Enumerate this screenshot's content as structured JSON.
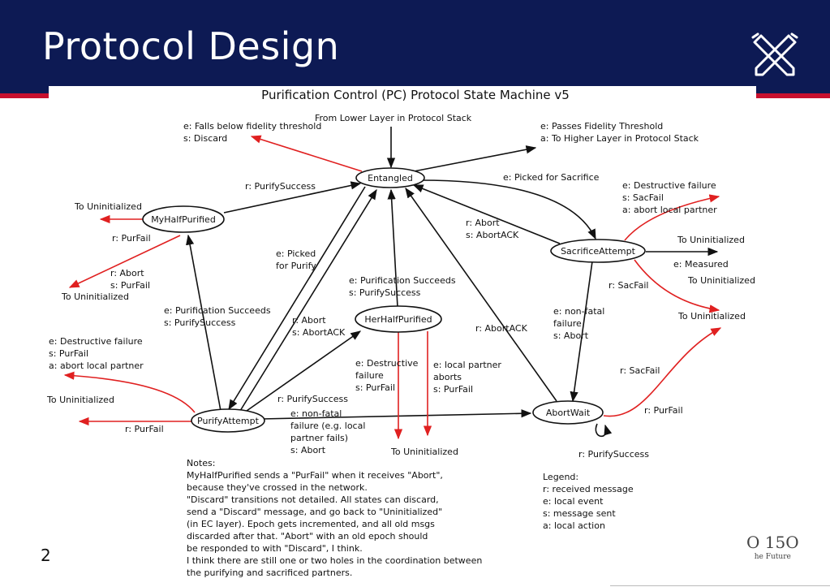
{
  "slide": {
    "title": "Protocol Design",
    "page_number": "2",
    "brand_text": "O 15O",
    "brand_subtext": "he Future"
  },
  "colors": {
    "header": "#0d1a54",
    "accent_red": "#c8102e",
    "arrow_red": "#e02020"
  },
  "icons": {
    "logo": "crossed-tools-icon"
  },
  "diagram": {
    "title": "Purification Control (PC) Protocol State Machine v5",
    "states": {
      "entangled": "Entangled",
      "my_half": "MyHalfPurified",
      "sacrifice": "SacrificeAttempt",
      "her_half": "HerHalfPurified",
      "purify_attempt": "PurifyAttempt",
      "abort_wait": "AbortWait"
    },
    "labels": {
      "from_lower": "From Lower Layer in Protocol Stack",
      "fidelity_below_1": "e: Falls below fidelity threshold",
      "fidelity_below_2": "s: Discard",
      "passes_1": "e: Passes Fidelity Threshold",
      "passes_2": "a: To Higher Layer in Protocol Stack",
      "r_purify_success_top": "r: PurifySuccess",
      "picked_sacrifice": "e: Picked for Sacrifice",
      "dest_fail_right_1": "e: Destructive failure",
      "dest_fail_right_2": "s: SacFail",
      "dest_fail_right_3": "a: abort local partner",
      "to_uninit_myhalf": "To Uninitialized",
      "r_purfail_myhalf": "r: PurFail",
      "r_abort_myhalf_1": "r: Abort",
      "r_abort_myhalf_2": "s: PurFail",
      "to_uninit_myhalf2": "To Uninitialized",
      "r_abort_sac_1": "r: Abort",
      "r_abort_sac_2": "s: AbortACK",
      "to_uninit_sac": "To Uninitialized",
      "e_measured": "e: Measured",
      "picked_purify_1": "e: Picked",
      "picked_purify_2": "for Purify",
      "purif_succ_her_1": "e: Purification Succeeds",
      "purif_succ_her_2": "s: PurifySuccess",
      "r_sacfail_1": "r: SacFail",
      "to_uninit_sacfail": "To Uninitialized",
      "purif_succ_my_1": "e: Purification Succeeds",
      "purif_succ_my_2": "s: PurifySuccess",
      "r_abort_her_1": "r: Abort",
      "r_abort_her_2": "s: AbortACK",
      "r_abortack": "r: AbortACK",
      "nonfatal_right_1": "e: non-fatal",
      "nonfatal_right_2": "failure",
      "nonfatal_right_3": "s: Abort",
      "to_uninit_right": "To Uninitialized",
      "dest_fail_left_1": "e: Destructive failure",
      "dest_fail_left_2": "s: PurFail",
      "dest_fail_left_3": "a: abort local partner",
      "dest_fail_her_1": "e: Destructive",
      "dest_fail_her_2": "failure",
      "dest_fail_her_3": "s: PurFail",
      "local_partner_1": "e: local partner",
      "local_partner_2": "aborts",
      "local_partner_3": "s: PurFail",
      "r_sacfail_2": "r: SacFail",
      "to_uninit_left": "To Uninitialized",
      "r_purify_success_mid": "r: PurifySuccess",
      "r_purfail_left": "r: PurFail",
      "nonfatal_bottom_1": "e: non-fatal",
      "nonfatal_bottom_2": "failure (e.g. local",
      "nonfatal_bottom_3": "partner fails)",
      "nonfatal_bottom_4": "s: Abort",
      "r_purfail_right": "r: PurFail",
      "to_uninit_bottom": "To Uninitialized",
      "r_purify_success_self": "r: PurifySuccess"
    },
    "notes": [
      "Notes:",
      "MyHalfPurified sends a \"PurFail\" when it receives \"Abort\",",
      "because they've crossed in the network.",
      "\"Discard\" transitions not detailed.  All states can discard,",
      "send a \"Discard\" message, and go back to \"Uninitialized\"",
      "(in EC layer).  Epoch gets incremented, and all old msgs",
      "discarded after that.  \"Abort\" with an old epoch should",
      "be responded to with \"Discard\", I think.",
      "I think there are still one or two holes in the coordination between",
      "the purifying and sacrificed partners."
    ],
    "legend": [
      "Legend:",
      "r: received message",
      "e: local event",
      "s: message sent",
      "a: local action"
    ]
  }
}
